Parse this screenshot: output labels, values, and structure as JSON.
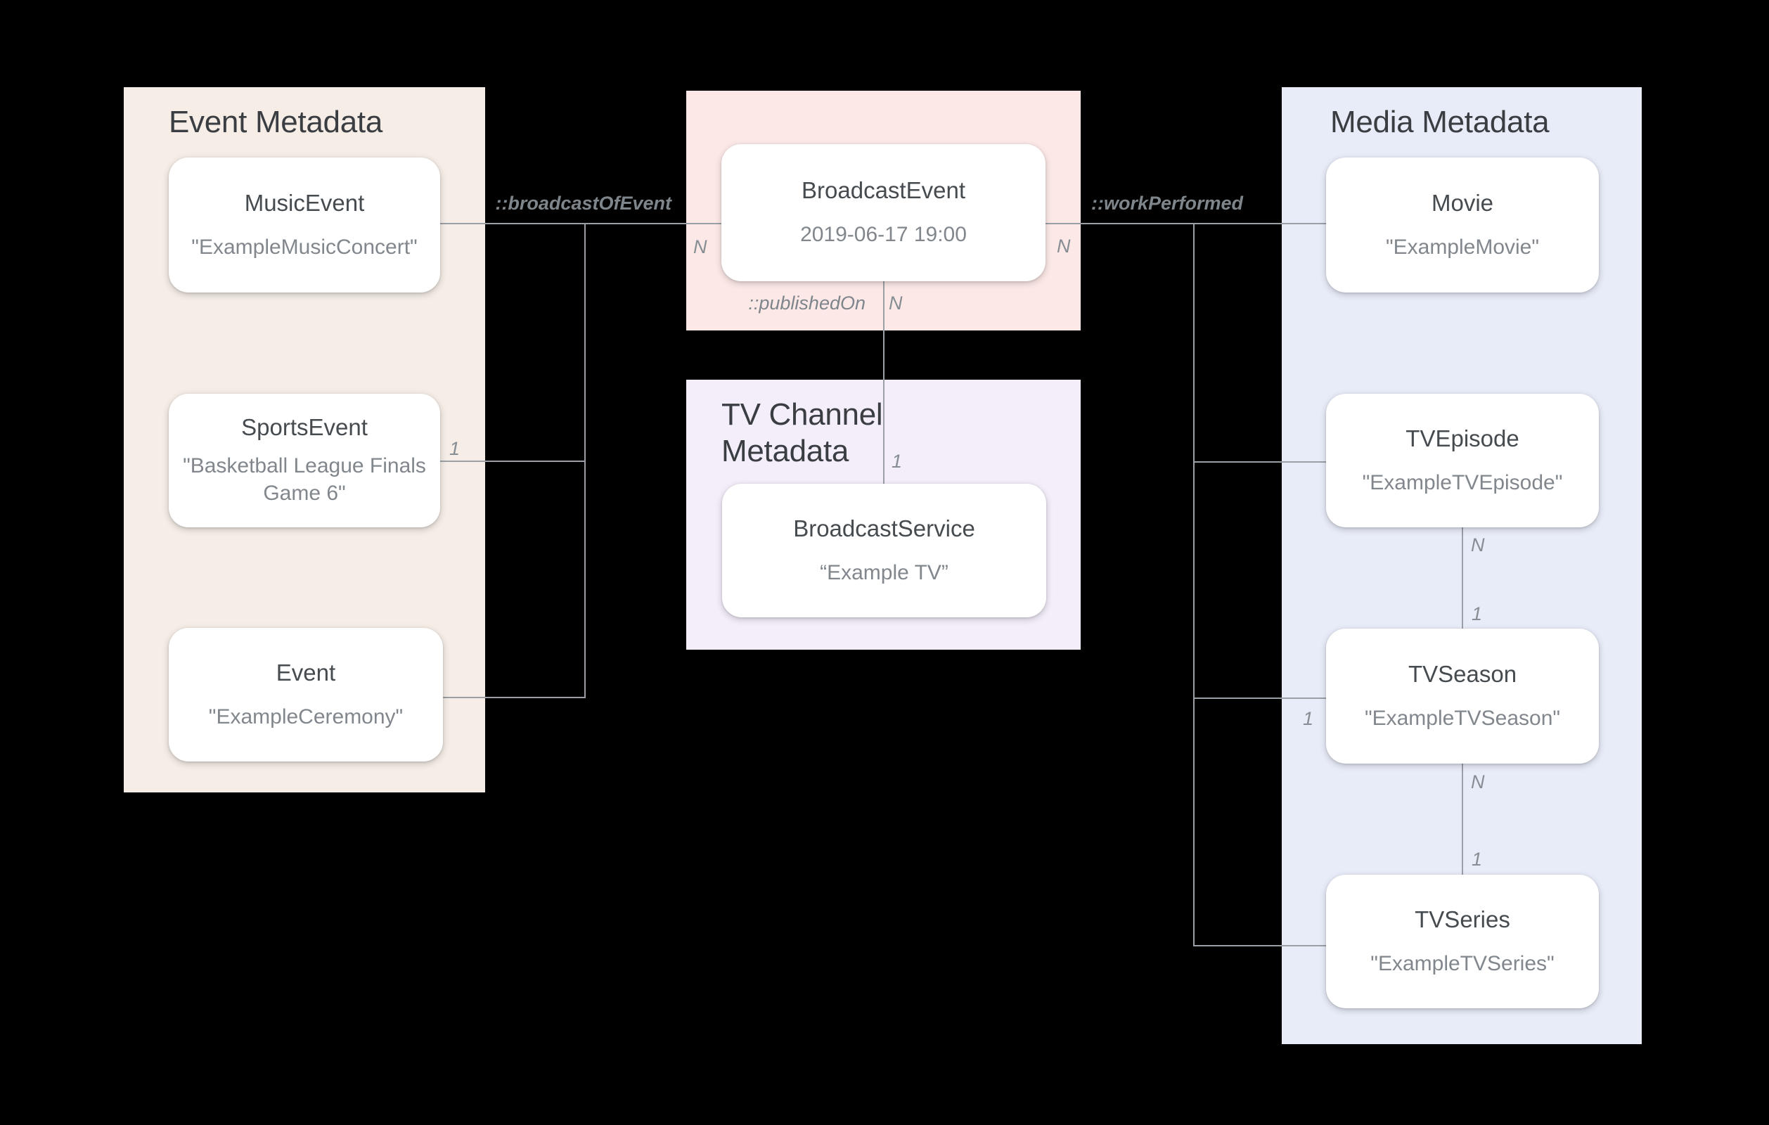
{
  "diagram": {
    "panels": {
      "event": {
        "title": "Event Metadata"
      },
      "tv": {
        "title": "TV Channel Metadata"
      },
      "media": {
        "title": "Media Metadata"
      }
    },
    "nodes": {
      "music_event": {
        "title": "MusicEvent",
        "subtitle": "\"ExampleMusicConcert\""
      },
      "sports_event": {
        "title": "SportsEvent",
        "subtitle": "\"Basketball League Finals Game 6\""
      },
      "event": {
        "title": "Event",
        "subtitle": "\"ExampleCeremony\""
      },
      "broadcast_event": {
        "title": "BroadcastEvent",
        "subtitle": "2019-06-17 19:00"
      },
      "broadcast_service": {
        "title": "BroadcastService",
        "subtitle": "“Example TV”"
      },
      "movie": {
        "title": "Movie",
        "subtitle": "\"ExampleMovie\""
      },
      "tv_episode": {
        "title": "TVEpisode",
        "subtitle": "\"ExampleTVEpisode\""
      },
      "tv_season": {
        "title": "TVSeason",
        "subtitle": "\"ExampleTVSeason\""
      },
      "tv_series": {
        "title": "TVSeries",
        "subtitle": "\"ExampleTVSeries\""
      }
    },
    "relations": {
      "broadcast_of_event": {
        "label": "::broadcastOfEvent"
      },
      "work_performed": {
        "label": "::workPerformed"
      },
      "published_on": {
        "label": "::publishedOn"
      }
    },
    "cardinality": {
      "broadcast_left": "N",
      "broadcast_right": "N",
      "published_on_n": "N",
      "tv_channel_one": "1",
      "sports_one": "1",
      "episode_season_n": "N",
      "episode_season_one": "1",
      "season_series_n": "N",
      "season_series_one": "1",
      "season_left_one": "1"
    },
    "colors": {
      "background": "#000000",
      "event_panel": "#F5EDE6",
      "broadcast_panel": "#FCE9E7",
      "tv_panel": "#F4EEFA",
      "media_panel": "#E8ECF8",
      "connector_line": "#9AA0A6",
      "node_title": "#464B50",
      "node_subtitle": "#81878D",
      "panel_title": "#3A3E42",
      "label_text": "#7E858B"
    }
  }
}
